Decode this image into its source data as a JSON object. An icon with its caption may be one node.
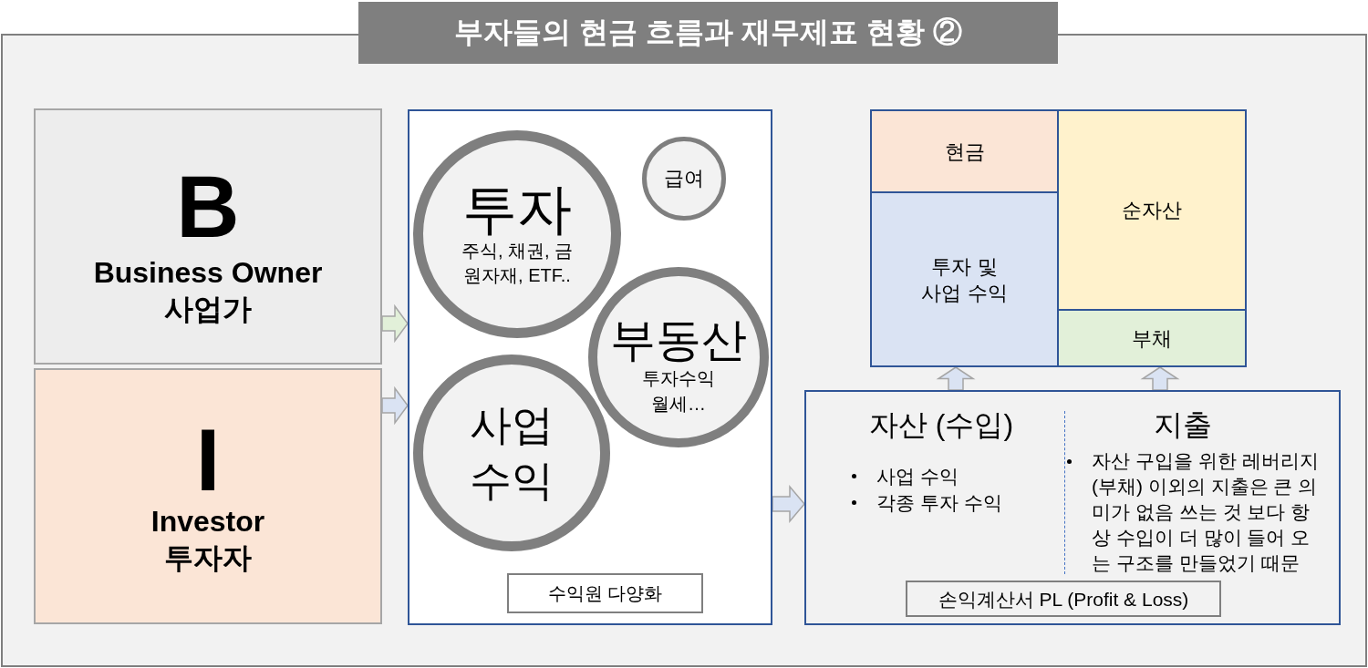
{
  "diagram": {
    "title": "부자들의 현금 흐름과 재무제표 현황 ②",
    "nodes": [
      {
        "text": [
          "B",
          "Business Owner 사업가"
        ]
      },
      {
        "text": [
          "I",
          "Investor 투자자"
        ]
      },
      {
        "text": [],
        "shape": "box"
      },
      {
        "text": [
          "투자",
          "주식, 채권, 금 원자재, ETF.."
        ],
        "in": 2
      },
      {
        "text": [
          "급여"
        ],
        "in": 2
      },
      {
        "text": [
          "부동산",
          "투자수익 월세…"
        ],
        "in": 2
      },
      {
        "text": [
          "사업 수익"
        ],
        "in": 2
      },
      {
        "text": [
          "수익원 다양화"
        ],
        "in": 2
      },
      {
        "text": [
          "현금"
        ]
      },
      {
        "text": [
          "투자 및 사업 수익"
        ]
      },
      {
        "text": [
          "순자산"
        ]
      },
      {
        "text": [
          "부채"
        ]
      },
      {
        "text": [
          "자산 (수입)",
          "사업 수익",
          "각종 투자 수익",
          "지출",
          "자산 구입을 위한 레버리지 (부채) 이외의 지출은 큰 의미가 없음 쓰는 것 보다 항상 수입이 더 많이 들어 오는 구조를 만들었기 때문"
        ]
      },
      {
        "text": [
          "손익계산서 PL (Profit & Loss)"
        ],
        "in": 12
      }
    ],
    "edges": [
      {
        "from": 0,
        "to": 2,
        "arrow": "to",
        "color": "#e2f0d9"
      },
      {
        "from": 1,
        "to": 2,
        "arrow": "to"
      },
      {
        "from": 2,
        "to": 12,
        "arrow": "to"
      },
      {
        "from": 12,
        "to": 9,
        "arrow": "to"
      },
      {
        "from": 12,
        "to": 11,
        "arrow": "to"
      }
    ]
  }
}
